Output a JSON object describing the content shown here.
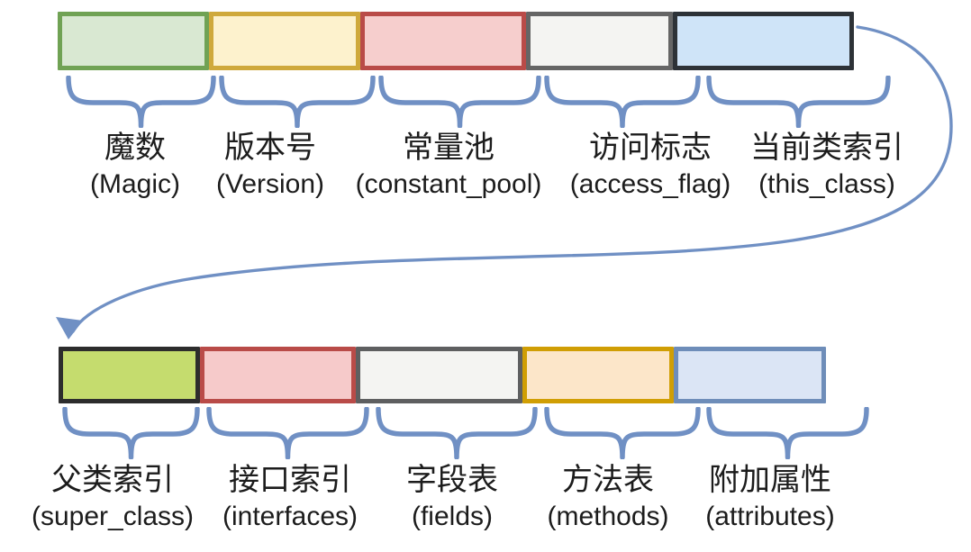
{
  "diagram": {
    "background_color": "#ffffff",
    "text_color": "#1c1c1c",
    "accent_color": "#7090c4",
    "connector_icon": "curved-arrow",
    "rows": [
      {
        "blocks": [
          {
            "zh": "魔数",
            "en": "(Magic)",
            "fill": "#d9e8d2",
            "border": "#70a254"
          },
          {
            "zh": "版本号",
            "en": "(Version)",
            "fill": "#fdf2cd",
            "border": "#cfa93b"
          },
          {
            "zh": "常量池",
            "en": "(constant_pool)",
            "fill": "#f6cecd",
            "border": "#b94b48"
          },
          {
            "zh": "访问标志",
            "en": "(access_flag)",
            "fill": "#f4f4f2",
            "border": "#656565"
          },
          {
            "zh": "当前类索引",
            "en": "(this_class)",
            "fill": "#cfe4f8",
            "border": "#2d3237"
          }
        ]
      },
      {
        "blocks": [
          {
            "zh": "父类索引",
            "en": "(super_class)",
            "fill": "#c5dc6e",
            "border": "#2d2d2d"
          },
          {
            "zh": "接口索引",
            "en": "(interfaces)",
            "fill": "#f6caca",
            "border": "#b94b48"
          },
          {
            "zh": "字段表",
            "en": "(fields)",
            "fill": "#f4f4f2",
            "border": "#5e5f60"
          },
          {
            "zh": "方法表",
            "en": "(methods)",
            "fill": "#fce6c9",
            "border": "#d09e04"
          },
          {
            "zh": "附加属性",
            "en": "(attributes)",
            "fill": "#dbe5f5",
            "border": "#6e8db9"
          }
        ]
      }
    ]
  }
}
